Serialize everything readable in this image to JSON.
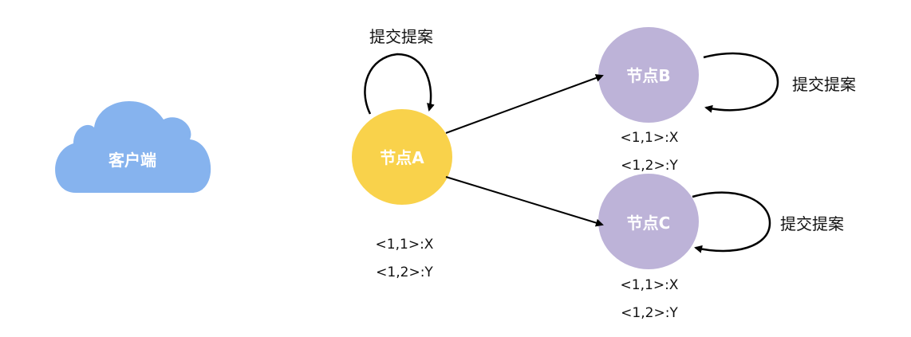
{
  "colors": {
    "client": "#86B3EE",
    "nodeA": "#F9D24B",
    "follower": "#BDB3D8"
  },
  "client": {
    "label": "客户端"
  },
  "nodes": [
    {
      "label": "节点A",
      "self_loop_label": "提交提案",
      "entries": [
        "<1,1>:X",
        "<1,2>:Y"
      ]
    },
    {
      "label": "节点B",
      "self_loop_label": "提交提案",
      "entries": [
        "<1,1>:X",
        "<1,2>:Y"
      ]
    },
    {
      "label": "节点C",
      "self_loop_label": "提交提案",
      "entries": [
        "<1,1>:X",
        "<1,2>:Y"
      ]
    }
  ]
}
